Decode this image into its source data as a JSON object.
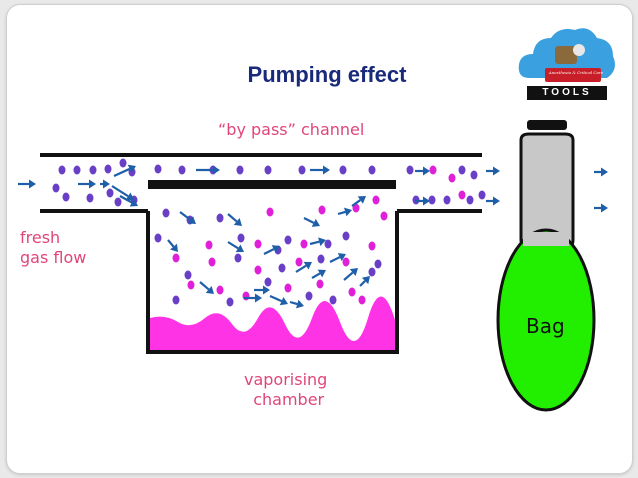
{
  "slide": {
    "title": "Pumping effect"
  },
  "labels": {
    "bypass": "“by pass” channel",
    "fresh_line1": "fresh",
    "fresh_line2": "gas flow",
    "vapor_line1": "vaporising",
    "vapor_line2": "chamber",
    "bag": "Bag"
  },
  "logo": {
    "text": "TOOLS",
    "small_text": "Anesthesia & Critical Care"
  },
  "colors": {
    "title": "#1a2a7a",
    "label": "#e0457a",
    "molecule_purple": "#6a3fc8",
    "molecule_magenta": "#e020d8",
    "arrow": "#1f5fa8",
    "liquid": "#ff33e6",
    "bag": "#22ee00",
    "wall": "#111111"
  }
}
